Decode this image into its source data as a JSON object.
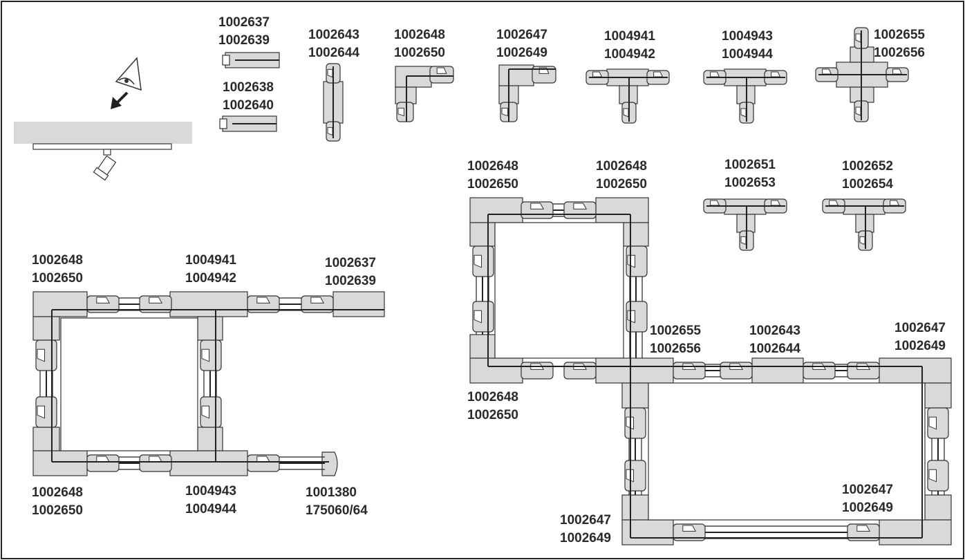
{
  "colors": {
    "frame": "#222222",
    "fill": "#d9d9d9",
    "stroke": "#333333",
    "text": "#2a2a2a"
  },
  "icons": {
    "eye": "eye-icon",
    "arrow": "arrow-down-left-icon",
    "spotlight": "spotlight-icon"
  },
  "labels": {
    "top_1": [
      "1002637",
      "1002639"
    ],
    "top_2": [
      "1002638",
      "1002640"
    ],
    "top_3": [
      "1002643",
      "1002644"
    ],
    "top_4": [
      "1002648",
      "1002650"
    ],
    "top_5": [
      "1002647",
      "1002649"
    ],
    "top_6": [
      "1004941",
      "1004942"
    ],
    "top_7": [
      "1004943",
      "1004944"
    ],
    "top_8": [
      "1002655",
      "1002656"
    ],
    "t_a": [
      "1002651",
      "1002653"
    ],
    "t_b": [
      "1002652",
      "1002654"
    ],
    "left_tl": [
      "1002648",
      "1002650"
    ],
    "left_tm": [
      "1004941",
      "1004942"
    ],
    "left_tr": [
      "1002637",
      "1002639"
    ],
    "left_bl": [
      "1002648",
      "1002650"
    ],
    "left_bm": [
      "1004943",
      "1004944"
    ],
    "left_br": [
      "1001380",
      "175060/64"
    ],
    "right_tl": [
      "1002648",
      "1002650"
    ],
    "right_tr": [
      "1002648",
      "1002650"
    ],
    "right_ml": [
      "1002648",
      "1002650"
    ],
    "right_cross": [
      "1002655",
      "1002656"
    ],
    "right_mid": [
      "1002643",
      "1002644"
    ],
    "right_er": [
      "1002647",
      "1002649"
    ],
    "right_br": [
      "1002647",
      "1002649"
    ],
    "right_bl": [
      "1002647",
      "1002649"
    ]
  }
}
